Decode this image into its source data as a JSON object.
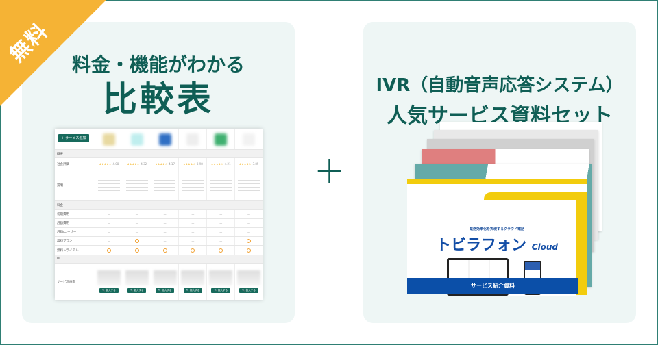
{
  "badge": "無料",
  "left": {
    "line1": "料金・機能がわかる",
    "line2": "比較表"
  },
  "right": {
    "line1": "IVR（自動音声応答システム）",
    "line2": "人気サービス資料セット"
  },
  "plus": "+",
  "table": {
    "add_button": "+ サービス追加",
    "logo_colors": [
      "#e8d9a0",
      "#bfeeee",
      "#2f6fc4",
      "#eeeeee",
      "#3fb070",
      "#f2f2f2"
    ],
    "sections": {
      "overview": "概要",
      "pricing": "料金",
      "ui": "UI"
    },
    "labels": {
      "rating": "社会評価",
      "description": "説明",
      "initial": "初期費用",
      "monthly": "月額費用",
      "per_user": "月額/ユーザー",
      "free_plan": "無料プラン",
      "free_trial": "無料トライアル",
      "screens": "サービス画面"
    },
    "ratings": [
      "4.08",
      "4.32",
      "4.17",
      "3.98",
      "4.21",
      "3.85"
    ],
    "stars": "★★★★☆",
    "dash": "—",
    "free_plan": [
      false,
      true,
      false,
      false,
      false,
      true
    ],
    "free_trial": [
      true,
      true,
      true,
      true,
      true,
      true
    ],
    "zoom_button": "🔍 拡大する"
  },
  "cover": {
    "subtitle": "業務効率化を実現するクラウド電話",
    "brand": "トビラフォン",
    "brand_suffix": "Cloud",
    "footer": "サービス紹介資料"
  },
  "colors": {
    "teal": "#0f5e55",
    "badge": "#f5b335",
    "panel": "#eef6f5",
    "cover_blue": "#0b4fa8",
    "yellow": "#f2cc0d"
  }
}
